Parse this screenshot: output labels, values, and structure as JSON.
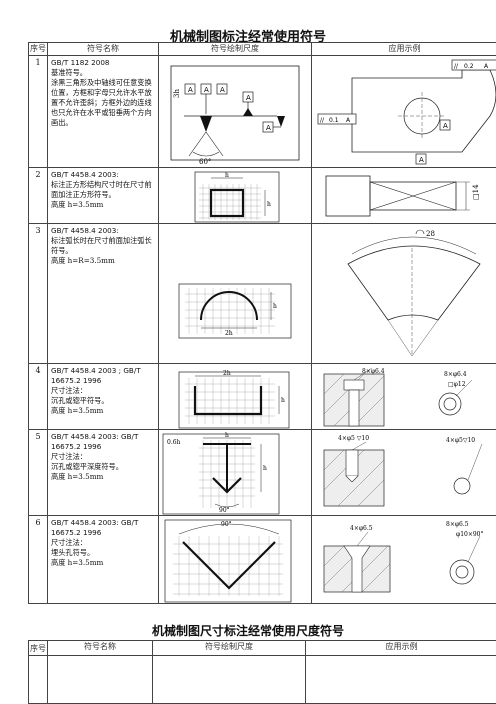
{
  "title1": "机械制图标注经常使用符号",
  "title2": "机械制图尺寸标注经常使用尺度符号",
  "headers": {
    "no": "序号",
    "name": "符号名称",
    "draw": "符号绘制尺度",
    "example": "应用示例"
  },
  "rows": [
    {
      "no": "1",
      "std": "GB/T 1182 2008",
      "lines": [
        "基准符号。",
        "涂黑三角形及中轴线可任意变换位置，方框和字母只允许水平放置不允许歪斜；方框外边的连线也只允许在水平或铅垂两个方向画出。"
      ]
    },
    {
      "no": "2",
      "std": "GB/T 4458.4 2003:",
      "lines": [
        "标注正方形结构尺寸时在尺寸前面加注正方形符号。",
        "高度 h=3.5mm"
      ]
    },
    {
      "no": "3",
      "std": "GB/T 4458.4 2003:",
      "lines": [
        "标注弧长时在尺寸前面加注弧长符号。",
        "高度 h=R=3.5mm"
      ]
    },
    {
      "no": "4",
      "std": "GB/T 4458.4 2003 ; GB/T 16675.2 1996",
      "lines": [
        "尺寸注法：",
        "沉孔或锪平符号。",
        "高度 h=3.5mm"
      ]
    },
    {
      "no": "5",
      "std": "GB/T 4458.4 2003: GB/T 16675.2 1996",
      "lines": [
        "尺寸注法：",
        "沉孔或锪平深度符号。",
        "高度 h=3.5mm"
      ]
    },
    {
      "no": "6",
      "std": "GB/T 4458.4 2003: GB/T 16675.2 1996",
      "lines": [
        "尺寸注法：",
        "埋头孔符号。",
        "高度 h=3.5mm"
      ]
    }
  ],
  "drawing_labels": {
    "r1_h": "3h",
    "r1_angle": "60°",
    "r1_letter": "A",
    "r1_tol1": "0.2",
    "r1_tol2": "0.1",
    "r2_h": "h",
    "r2_sq": "□14",
    "r3_h": "h",
    "r3_2h": "2h",
    "r3_28": "28",
    "r4_2h": "2h",
    "r4_h": "h",
    "r4_note": "8×φ6.4",
    "r4_note2": "□φ12",
    "r5_h": "h",
    "r5_w": "0.6h",
    "r5_deg": "90°",
    "r5_note1": "4×φ5 ▽10",
    "r5_note2": "4×φ5▽10",
    "r6_deg": "90°",
    "r6_note1": "4×φ6.5",
    "r6_note2": "8×φ6.5",
    "r6_note3": "φ10×90°"
  }
}
